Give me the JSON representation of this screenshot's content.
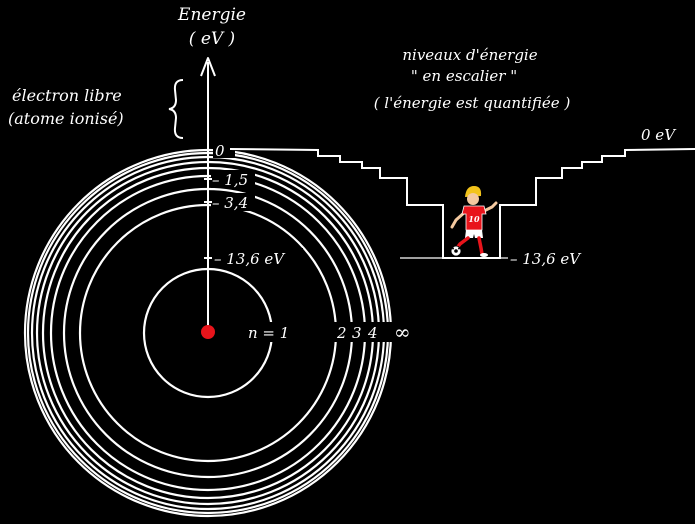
{
  "axis": {
    "title_line1": "Energie",
    "title_line2": "( eV )"
  },
  "free_electron": {
    "line1": "électron libre",
    "line2": "(atome ionisé)"
  },
  "staircase": {
    "line1": "niveaux d'énergie",
    "line2": "\" en escalier \"",
    "line3": "( l'énergie est quantifiée )",
    "top_label": "0 eV",
    "bottom_label": "– 13,6 eV"
  },
  "levels": [
    {
      "label": "0",
      "energy_ev": 0
    },
    {
      "label": "– 1,5",
      "energy_ev": -1.5
    },
    {
      "label": "– 3,4",
      "energy_ev": -3.4
    },
    {
      "label": "– 13,6 eV",
      "energy_ev": -13.6
    }
  ],
  "orbits": [
    {
      "label": "n = 1",
      "n": 1
    },
    {
      "label": "2",
      "n": 2
    },
    {
      "label": "3",
      "n": 3
    },
    {
      "label": "4",
      "n": 4
    },
    {
      "label": "∞",
      "n": "∞"
    }
  ],
  "player": {
    "jersey_number": "10"
  },
  "colors": {
    "background": "#000000",
    "lines": "#ffffff",
    "nucleus": "#e8141b",
    "jersey": "#e8141b"
  }
}
